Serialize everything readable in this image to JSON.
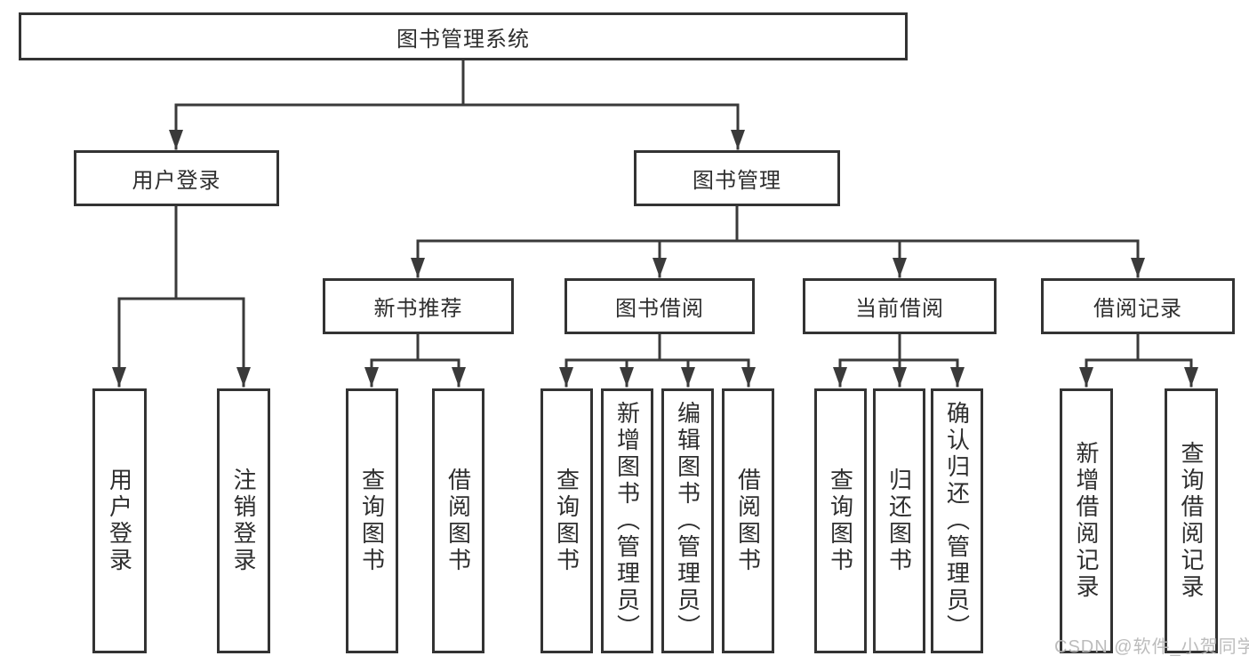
{
  "diagram": {
    "root": {
      "label": "图书管理系统",
      "children": [
        {
          "label": "用户登录",
          "children": [
            {
              "label": "用户登录"
            },
            {
              "label": "注销登录"
            }
          ]
        },
        {
          "label": "图书管理",
          "children": [
            {
              "label": "新书推荐",
              "children": [
                {
                  "label": "查询图书"
                },
                {
                  "label": "借阅图书"
                }
              ]
            },
            {
              "label": "图书借阅",
              "children": [
                {
                  "label": "查询图书"
                },
                {
                  "label": "新增图书（管理员）"
                },
                {
                  "label": "编辑图书（管理员）"
                },
                {
                  "label": "借阅图书"
                }
              ]
            },
            {
              "label": "当前借阅",
              "children": [
                {
                  "label": "查询图书"
                },
                {
                  "label": "归还图书"
                },
                {
                  "label": "确认归还（管理员）"
                }
              ]
            },
            {
              "label": "借阅记录",
              "children": [
                {
                  "label": "新增借阅记录"
                },
                {
                  "label": "查询借阅记录"
                }
              ]
            }
          ]
        }
      ]
    }
  },
  "watermark": {
    "text": "CSDN @软件_小贺同学"
  },
  "colors": {
    "line": "#3a3a3a",
    "box_border": "#333333",
    "text": "#2e2e2e",
    "watermark": "#b8b8b8"
  }
}
